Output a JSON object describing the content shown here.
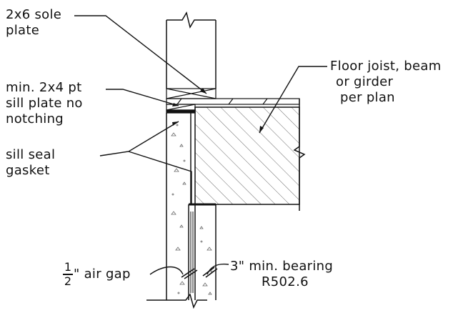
{
  "labels": {
    "sole_plate": [
      "2x6 sole",
      "plate"
    ],
    "sill_plate": [
      "min. 2x4 pt",
      "sill plate no",
      "notching"
    ],
    "sill_seal": [
      "sill seal",
      "gasket"
    ],
    "floor_joist": [
      "Floor joist, beam",
      "or girder",
      "per plan"
    ],
    "air_gap": {
      "num": "1",
      "den": "2",
      "text": "\" air gap"
    },
    "bearing": [
      "3\" min. bearing",
      "R502.6"
    ]
  },
  "colors": {
    "line": "#111111",
    "hatch": "#444444",
    "aggregate": "#666666",
    "background": "#ffffff"
  }
}
